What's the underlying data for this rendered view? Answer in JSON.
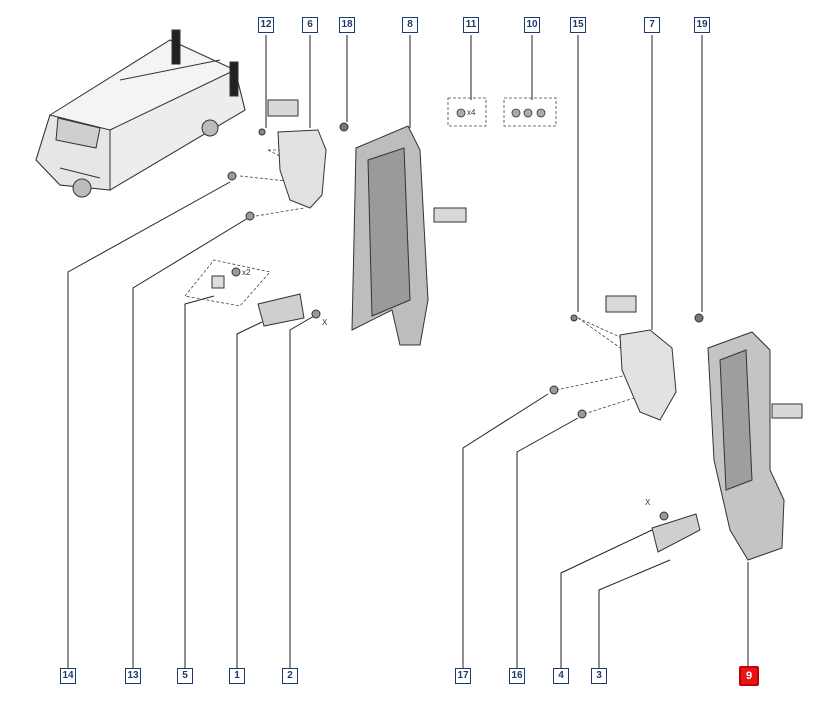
{
  "colors": {
    "callout_border": "#1e3a6b",
    "selected": "#e8141a",
    "line": "#222222"
  },
  "callouts": {
    "c12": "12",
    "c6": "6",
    "c18": "18",
    "c8": "8",
    "c11": "11",
    "c10": "10",
    "c15": "15",
    "c7": "7",
    "c19": "19",
    "c14": "14",
    "c13": "13",
    "c5": "5",
    "c1": "1",
    "c2": "2",
    "c17": "17",
    "c16": "16",
    "c4": "4",
    "c3": "3",
    "c9": "9"
  },
  "selected_part": "9",
  "quantity_marks": {
    "x4": "x4",
    "x2": "x2",
    "x_left": "X",
    "x_right": "X"
  },
  "icons": [
    "vehicle-illustration",
    "tail-light-assembly",
    "license-plate-lamp",
    "fastener-clip",
    "label-tag"
  ]
}
